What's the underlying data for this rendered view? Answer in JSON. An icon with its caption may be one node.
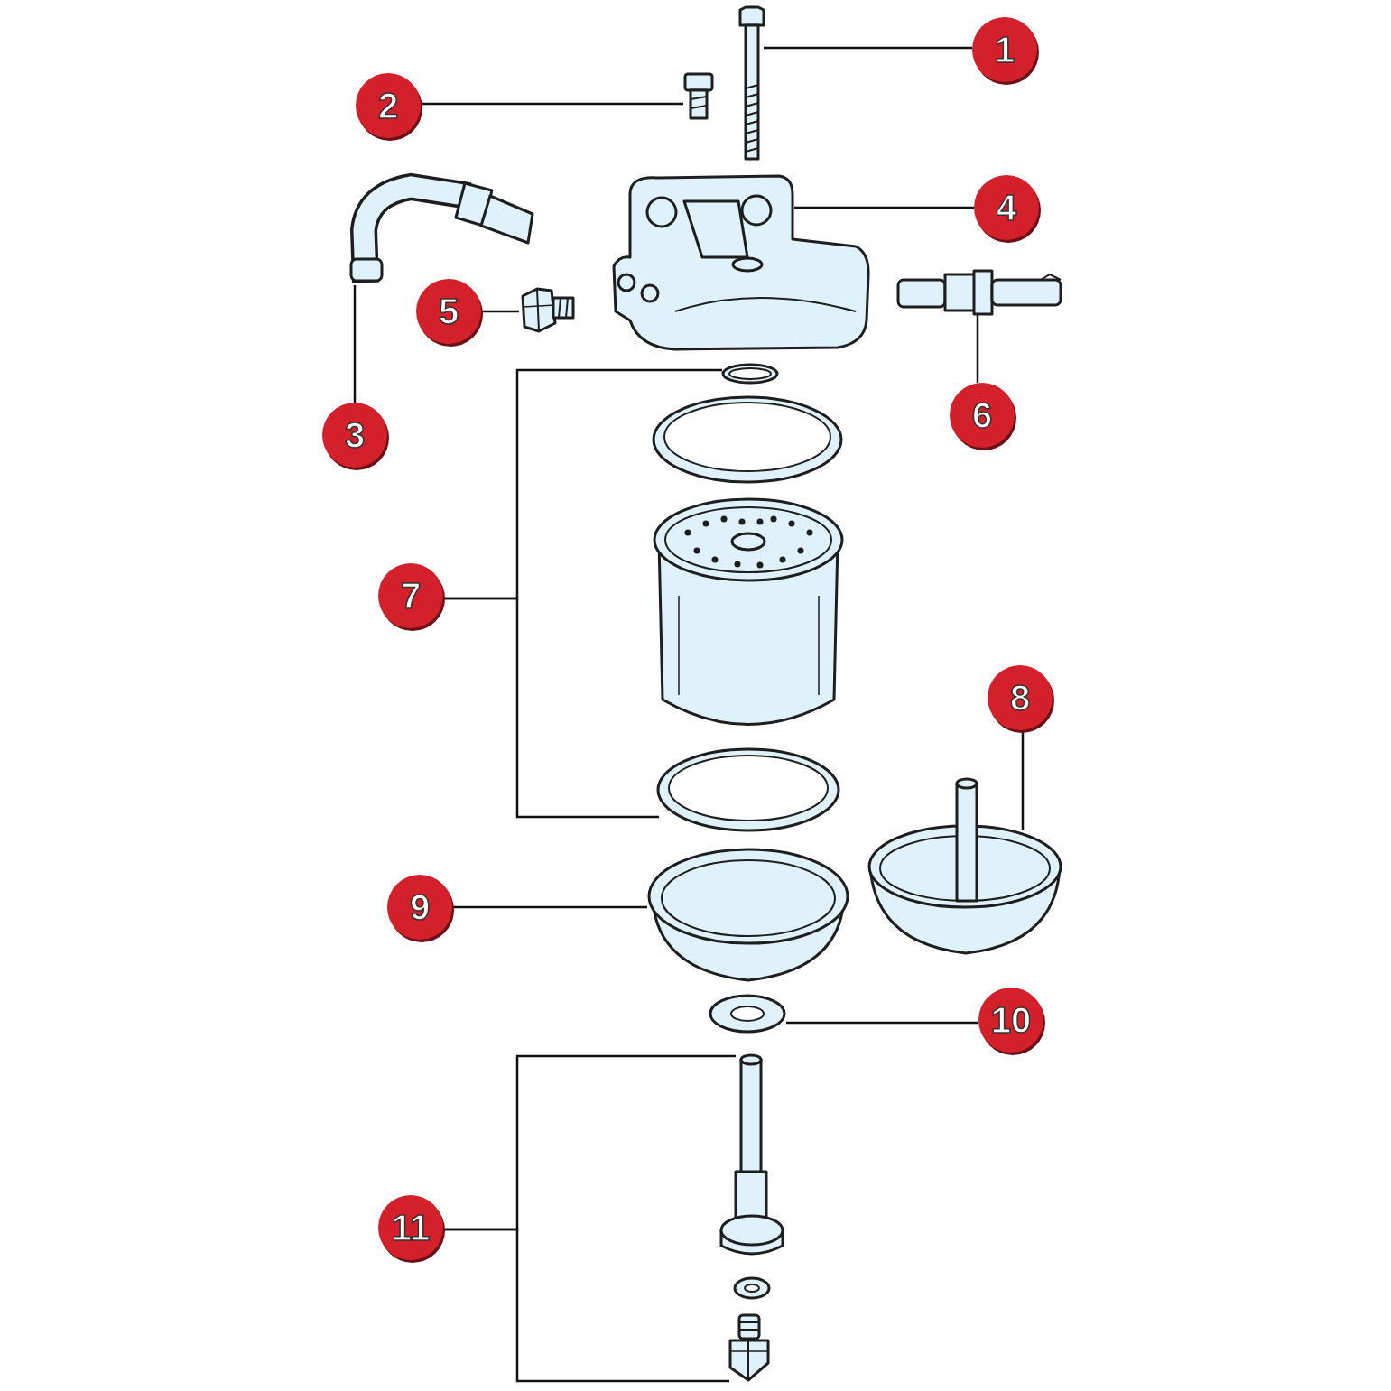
{
  "diagram": {
    "nodes": [
      {
        "text": [
          "1"
        ]
      },
      {
        "text": [
          "2"
        ]
      },
      {
        "text": [
          "3"
        ]
      },
      {
        "text": [
          "4"
        ]
      },
      {
        "text": [
          "5"
        ]
      },
      {
        "text": [
          "6"
        ]
      },
      {
        "text": [
          "7"
        ]
      },
      {
        "text": [
          "8"
        ]
      },
      {
        "text": [
          "9"
        ]
      },
      {
        "text": [
          "10"
        ]
      },
      {
        "text": [
          "11"
        ]
      },
      {
        "text": [],
        "shape": "picture"
      },
      {
        "text": [],
        "shape": "picture"
      },
      {
        "text": [],
        "shape": "picture"
      },
      {
        "text": [],
        "shape": "picture"
      },
      {
        "text": [],
        "shape": "picture"
      },
      {
        "text": [],
        "shape": "picture"
      },
      {
        "text": [],
        "shape": "picture"
      },
      {
        "text": [],
        "shape": "picture"
      },
      {
        "text": [],
        "shape": "picture"
      },
      {
        "text": [],
        "shape": "picture"
      },
      {
        "text": [],
        "shape": "picture"
      },
      {
        "text": [],
        "shape": "picture"
      },
      {
        "text": [],
        "shape": "picture"
      },
      {
        "text": [],
        "shape": "picture"
      },
      {
        "text": [],
        "shape": "picture"
      },
      {
        "text": [],
        "shape": "picture"
      }
    ],
    "edges": [
      {
        "from": 0,
        "to": 11,
        "arrow": "none"
      },
      {
        "from": 1,
        "to": 12,
        "arrow": "none"
      },
      {
        "from": 2,
        "to": 13,
        "arrow": "none"
      },
      {
        "from": 3,
        "to": 14,
        "arrow": "none"
      },
      {
        "from": 4,
        "to": 15,
        "arrow": "none"
      },
      {
        "from": 5,
        "to": 16,
        "arrow": "none"
      },
      {
        "from": 6,
        "to": 17,
        "arrow": "none"
      },
      {
        "from": 6,
        "to": 20,
        "arrow": "none"
      },
      {
        "from": 7,
        "to": 21,
        "arrow": "none"
      },
      {
        "from": 8,
        "to": 22,
        "arrow": "none"
      },
      {
        "from": 9,
        "to": 23,
        "arrow": "none"
      },
      {
        "from": 10,
        "to": 24,
        "arrow": "none"
      },
      {
        "from": 10,
        "to": 26,
        "arrow": "none"
      }
    ]
  }
}
